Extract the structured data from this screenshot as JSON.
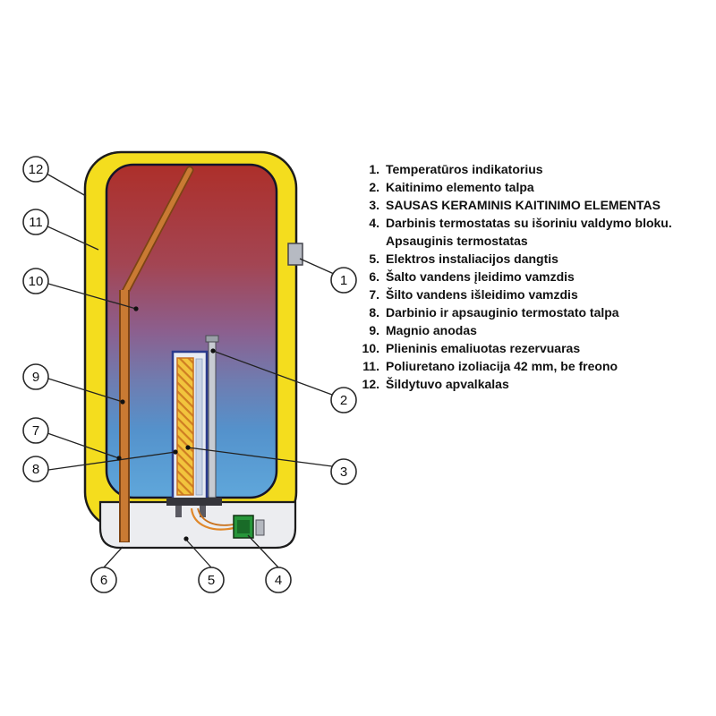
{
  "colors": {
    "casing": "#f4dd1e",
    "grad1": "#ad2f2a",
    "grad2": "#a34553",
    "grad3": "#8c5f8e",
    "grad4": "#6f7cb0",
    "grad5": "#5492cc",
    "grad6": "#5fa7db",
    "pipe": "#c97a33",
    "pipe_dark": "#7d4414",
    "element_fill": "#f2c43d",
    "element_stroke": "#c8701f",
    "container_stroke": "#2b3a8c",
    "thermostat_green": "#27963a",
    "cover_fill": "#ecedf0"
  },
  "callouts": {
    "n1": "1",
    "n2": "2",
    "n3": "3",
    "n4": "4",
    "n5": "5",
    "n6": "6",
    "n7": "7",
    "n8": "8",
    "n9": "9",
    "n10": "10",
    "n11": "11",
    "n12": "12"
  },
  "legend": {
    "items": [
      {
        "num": "1.",
        "text": "Temperatūros indikatorius"
      },
      {
        "num": "2.",
        "text": "Kaitinimo elemento talpa"
      },
      {
        "num": "3.",
        "text": "SAUSAS KERAMINIS KAITINIMO ELEMENTAS"
      },
      {
        "num": "4.",
        "text": "Darbinis termostatas su išoriniu valdymo bloku. Apsauginis termostatas"
      },
      {
        "num": "5.",
        "text": "Elektros instaliacijos dangtis"
      },
      {
        "num": "6.",
        "text": "Šalto vandens įleidimo vamzdis"
      },
      {
        "num": "7.",
        "text": "Šilto vandens išleidimo vamzdis"
      },
      {
        "num": "8.",
        "text": "Darbinio ir apsauginio termostato talpa"
      },
      {
        "num": "9.",
        "text": "Magnio anodas"
      },
      {
        "num": "10.",
        "text": "Plieninis emaliuotas rezervuaras"
      },
      {
        "num": "11.",
        "text": "Poliuretano izoliacija 42 mm, be freono"
      },
      {
        "num": "12.",
        "text": "Šildytuvo apvalkalas"
      }
    ]
  }
}
